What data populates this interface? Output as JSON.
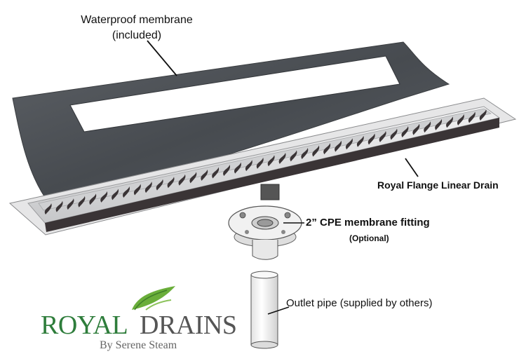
{
  "labels": {
    "membrane_line1": "Waterproof membrane",
    "membrane_line2": "(included)",
    "drain": "Royal Flange Linear Drain",
    "fitting": "2” CPE membrane fitting",
    "fitting_note": "(Optional)",
    "outlet": "Outlet pipe (supplied by others)"
  },
  "logo": {
    "royal": "ROYAL",
    "drains": "DRAINS",
    "tagline": "By Serene Steam",
    "brand_green": "#2e7d3b",
    "brand_gray": "#555555"
  },
  "colors": {
    "membrane": "#4e5358",
    "steel": "#d9dadc",
    "grate_dark": "#3a3436",
    "pipe": "#f4f4f4"
  }
}
